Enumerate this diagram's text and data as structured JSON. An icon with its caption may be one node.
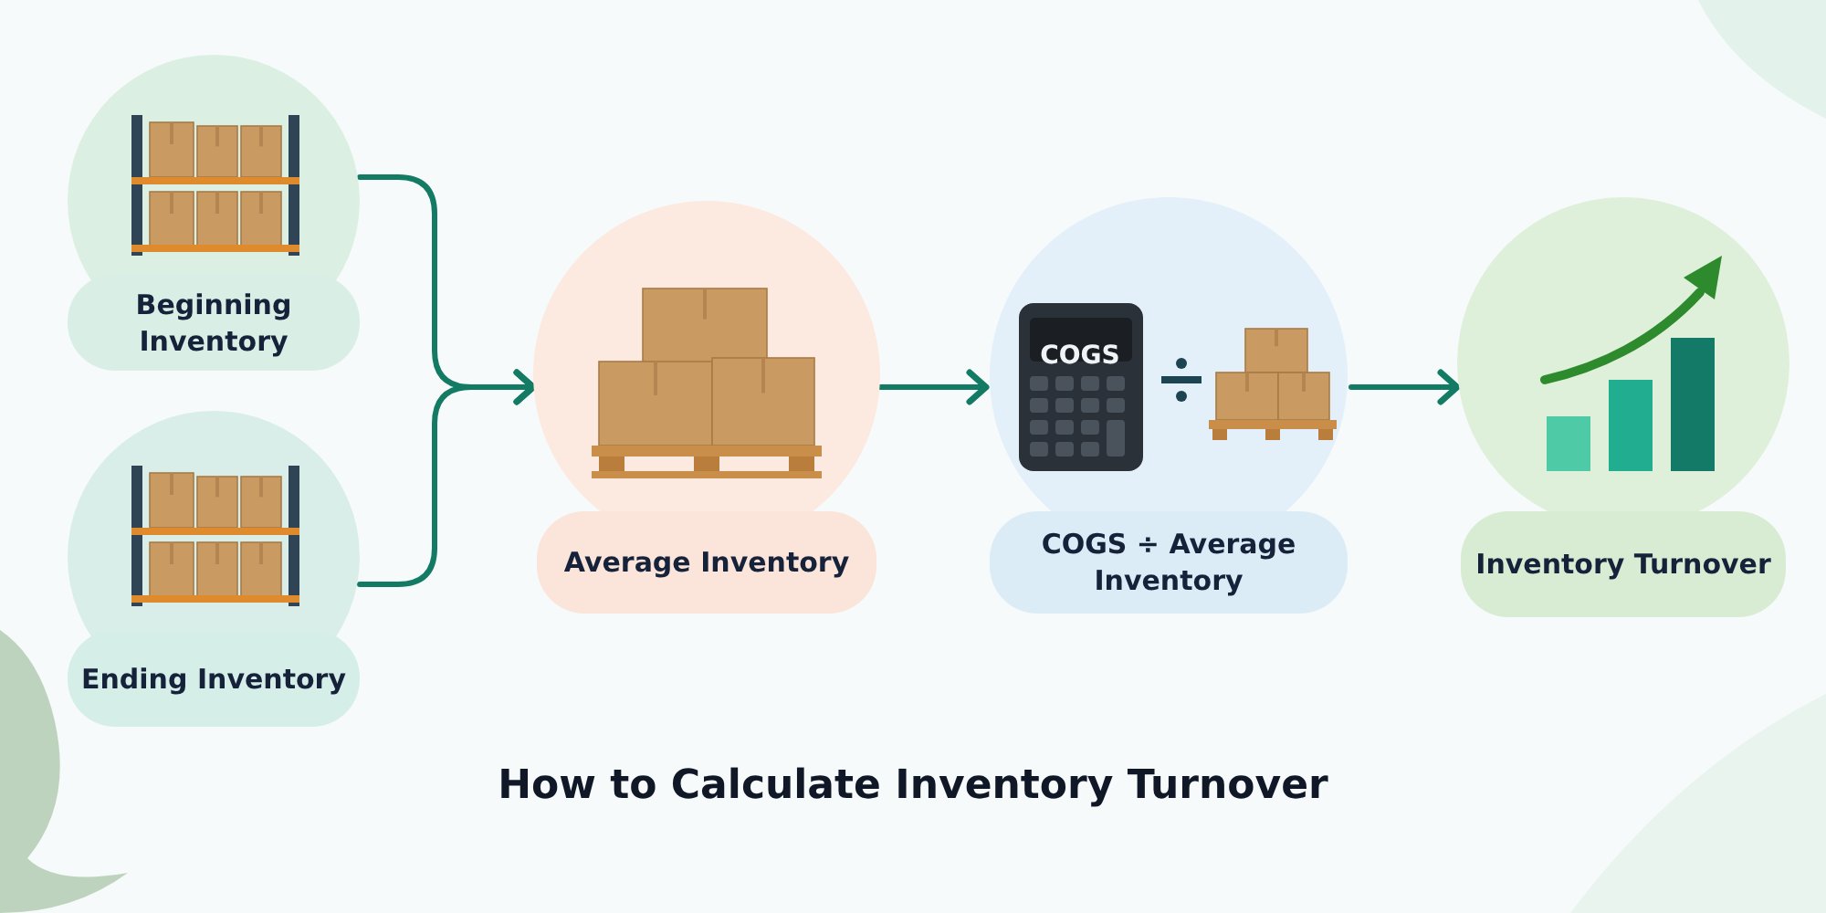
{
  "diagram": {
    "title": "How to Calculate Inventory Turnover",
    "nodes": [
      {
        "text": [
          "Beginning Inventory"
        ]
      },
      {
        "text": [
          "Ending Inventory"
        ]
      },
      {
        "text": [
          "Average Inventory"
        ]
      },
      {
        "text": [
          "COGS",
          "COGS ÷ Average Inventory"
        ]
      },
      {
        "text": [
          "Inventory Turnover"
        ]
      }
    ],
    "edges": [
      {
        "from": 0,
        "to": 2,
        "arrow": "to"
      },
      {
        "from": 1,
        "to": 2,
        "arrow": "to"
      },
      {
        "from": 2,
        "to": 3,
        "arrow": "to"
      },
      {
        "from": 3,
        "to": 4,
        "arrow": "to"
      }
    ]
  }
}
